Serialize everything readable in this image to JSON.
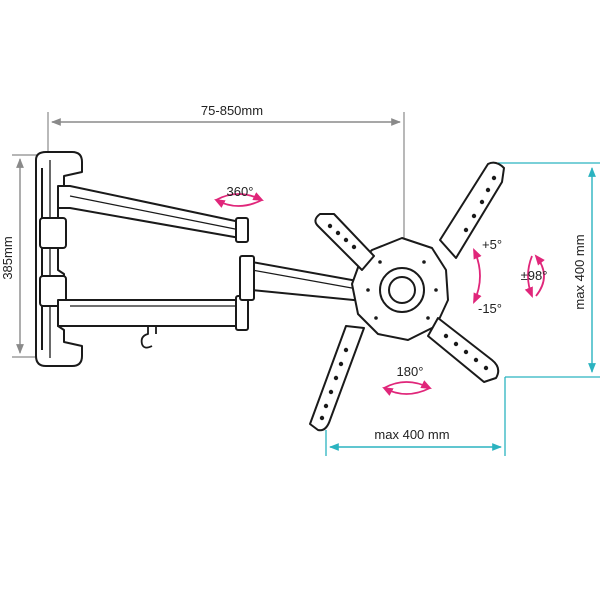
{
  "dimensions": {
    "arm_extension": "75-850mm",
    "wall_plate_height": "385mm",
    "vesa_width": "max 400 mm",
    "vesa_height": "max 400 mm"
  },
  "rotations": {
    "arm_swivel": "360°",
    "plate_rotation": "180°",
    "tilt_up": "+5°",
    "tilt_down": "-15°",
    "swivel": "±98°"
  },
  "colors": {
    "outline": "#1a1a1a",
    "dimension_gray": "#8a8a8a",
    "dimension_teal": "#2bb3c0",
    "rotation_magenta": "#e0267a",
    "part_fill": "#ffffff"
  }
}
